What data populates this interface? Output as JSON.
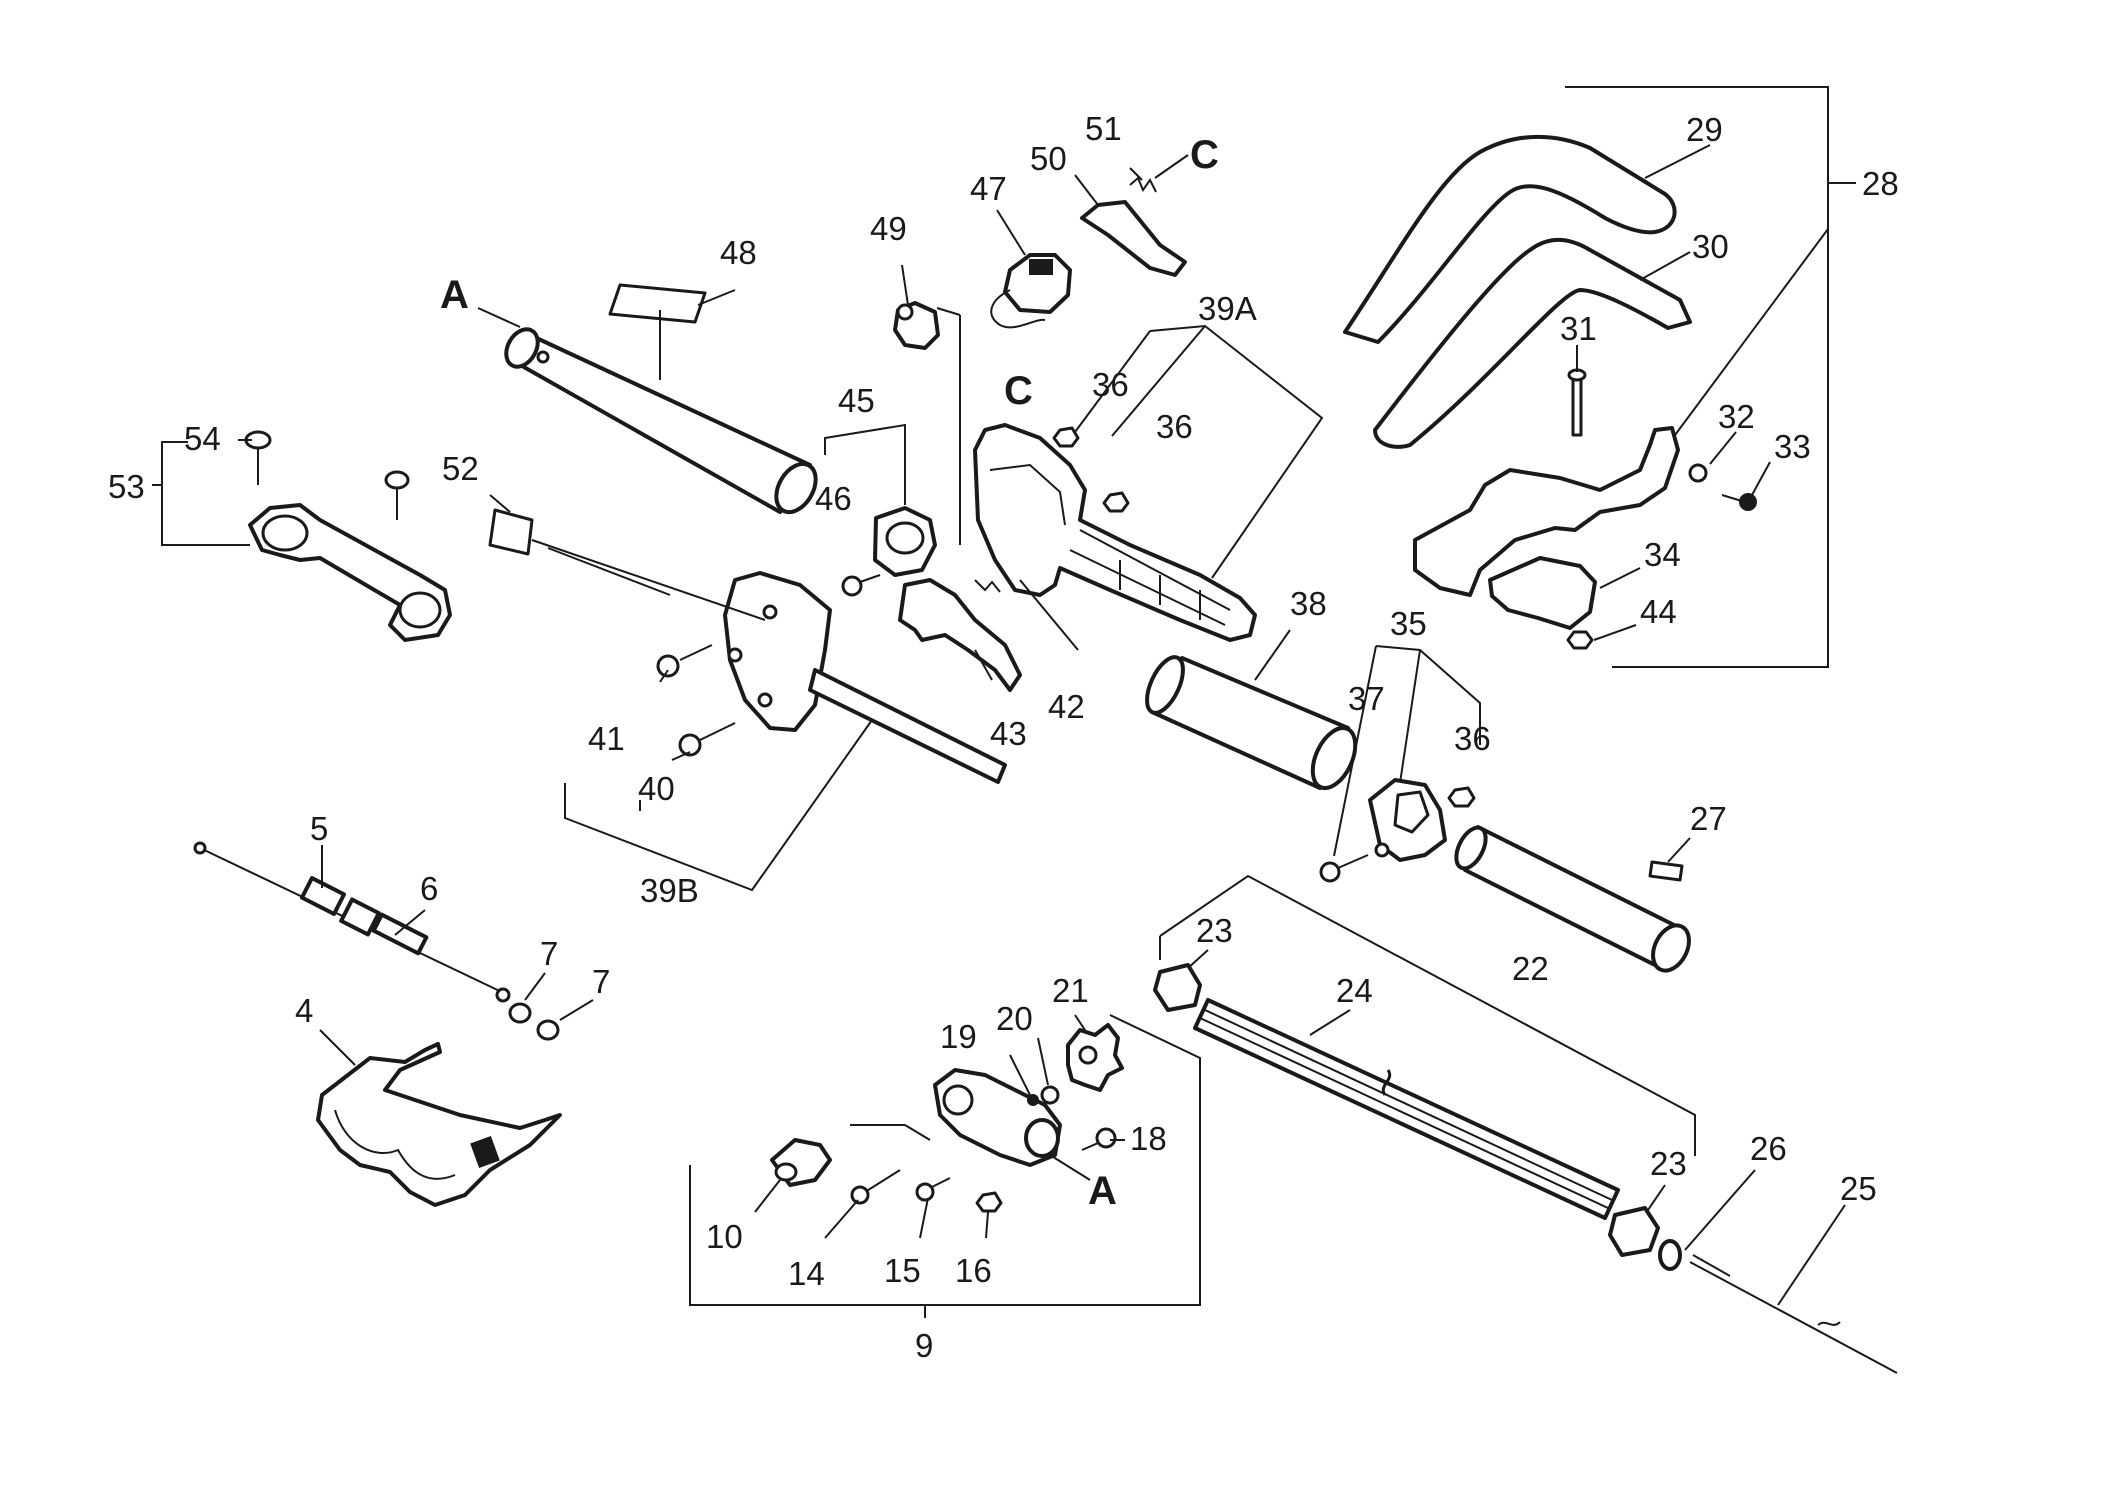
{
  "diagram": {
    "callouts": {
      "A": "A",
      "C": "C",
      "p4": "4",
      "p5": "5",
      "p6": "6",
      "p7": "7",
      "p9": "9",
      "p10": "10",
      "p14": "14",
      "p15": "15",
      "p16": "16",
      "p18": "18",
      "p19": "19",
      "p20": "20",
      "p21": "21",
      "p22": "22",
      "p23": "23",
      "p24": "24",
      "p25": "25",
      "p26": "26",
      "p27": "27",
      "p28": "28",
      "p29": "29",
      "p30": "30",
      "p31": "31",
      "p32": "32",
      "p33": "33",
      "p34": "34",
      "p35": "35",
      "p36": "36",
      "p37": "37",
      "p38": "38",
      "p39A": "39A",
      "p39B": "39B",
      "p40": "40",
      "p41": "41",
      "p42": "42",
      "p43": "43",
      "p44": "44",
      "p45": "45",
      "p46": "46",
      "p47": "47",
      "p48": "48",
      "p49": "49",
      "p50": "50",
      "p51": "51",
      "p52": "52",
      "p53": "53",
      "p54": "54"
    }
  }
}
